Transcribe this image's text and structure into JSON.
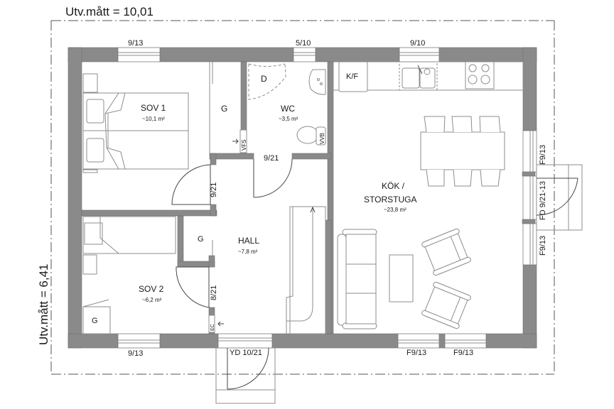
{
  "dimensions": {
    "width_label": "Utv.mått = 10,01",
    "height_label": "Utv.mått = 6,41"
  },
  "rooms": {
    "sov1": {
      "name": "SOV 1",
      "area": "~10,1 m²"
    },
    "wc": {
      "name": "WC",
      "area": "~3,5 m²"
    },
    "kok_line1": "KÖK /",
    "kok_line2": "STORSTUGA",
    "kok_area": "~23,8 m²",
    "hall": {
      "name": "HALL",
      "area": "~7,8 m²"
    },
    "sov2": {
      "name": "SOV 2",
      "area": "~6,2 m²"
    }
  },
  "windows": {
    "top_sov1": "9/13",
    "top_wc": "5/10",
    "top_kitchen": "9/10",
    "bottom_sov2": "9/13",
    "bottom_living_1": "F9/13",
    "bottom_living_2": "F9/13",
    "right_upper": "F9/13",
    "right_lower": "F9/13"
  },
  "doors": {
    "sov1_door": "9/21",
    "wc_door": "9/21",
    "sov2_door": "8/21",
    "entrance": "YD 10/21",
    "patio": "FD 9/21-13"
  },
  "fixtures": {
    "wardrobe_sov1": "G",
    "wardrobe_hall": "G",
    "wardrobe_sov2": "G",
    "shower": "D",
    "fridge": "K/F",
    "water_heater": "VVB",
    "ventilation": "VFS",
    "electrical": "EC"
  }
}
